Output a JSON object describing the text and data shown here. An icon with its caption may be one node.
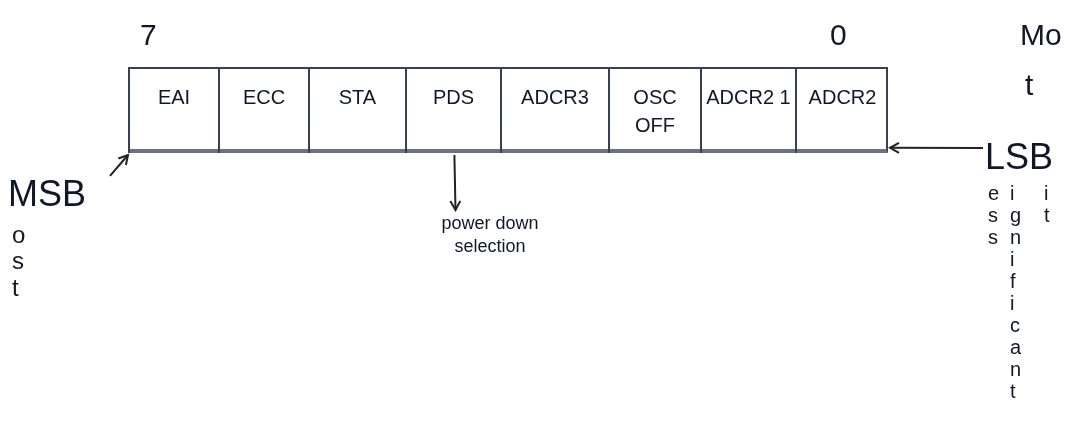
{
  "diagram": {
    "nodes": [
      {
        "text": [],
        "shape": "box"
      },
      {
        "text": [
          "EAI"
        ],
        "in": 0
      },
      {
        "text": [
          "ECC"
        ],
        "in": 0
      },
      {
        "text": [
          "STA"
        ],
        "in": 0
      },
      {
        "text": [
          "PDS"
        ],
        "in": 0
      },
      {
        "text": [
          "ADCR3"
        ],
        "in": 0
      },
      {
        "text": [
          "OSC OFF"
        ],
        "in": 0
      },
      {
        "text": [
          "ADCR2 1"
        ],
        "in": 0
      },
      {
        "text": [
          "ADCR2"
        ],
        "in": 0
      },
      {
        "text": [
          "MSB"
        ]
      },
      {
        "text": [
          "LSB"
        ]
      },
      {
        "text": [
          "power down selection"
        ]
      }
    ],
    "edges": [
      {
        "from": 9,
        "to": 0,
        "arrow": "to"
      },
      {
        "from": 10,
        "to": 0,
        "arrow": "to"
      },
      {
        "from": 4,
        "to": 11,
        "arrow": "to"
      }
    ],
    "labels": [
      "7",
      "0",
      "Mo",
      "t",
      "ost",
      "ess",
      "ignificant",
      "it"
    ]
  }
}
